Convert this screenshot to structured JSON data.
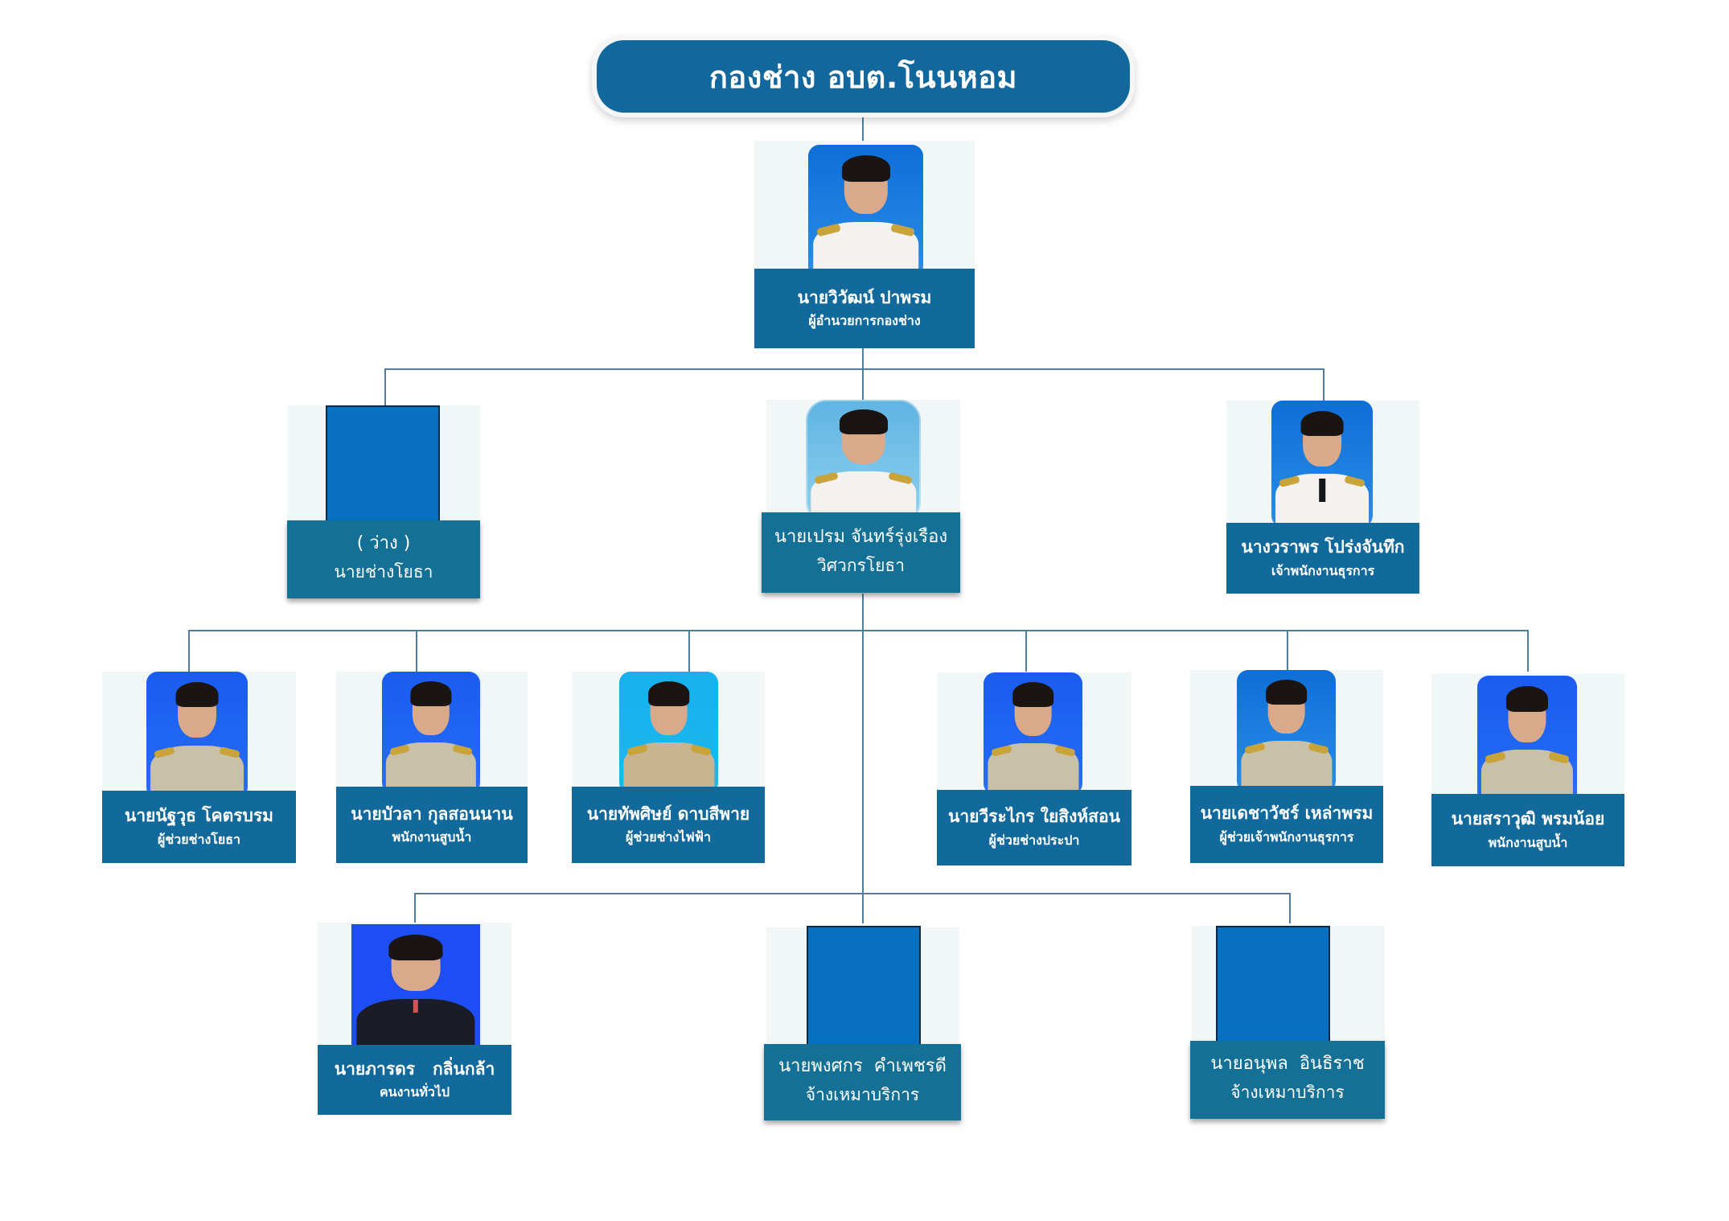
{
  "title": "กองช่าง อบต.โนนหอม",
  "colors": {
    "title_bg": "#12679c",
    "band_bg": "#12699c",
    "card_bg": "#f1f6f6",
    "connector": "#4f7d9c",
    "placeholder": "#0770c1"
  },
  "director": {
    "name": "นายวิวัฒน์ ปาพรม",
    "role": "ผู้อำนวยการกองช่าง",
    "photo": "photo-white-uniform"
  },
  "level2": [
    {
      "name": "( ว่าง )",
      "role": "นายช่างโยธา",
      "photo": "placeholder"
    },
    {
      "name": "นายเปรม จันทร์รุ่งเรือง",
      "role": "วิศวกรโยธา",
      "photo": "photo-white-uniform"
    },
    {
      "name": "นางวราพร โปร่งจันทึก",
      "role": "เจ้าพนักงานธุรการ",
      "photo": "photo-white-uniform"
    }
  ],
  "level3": [
    {
      "name": "นายนัฐวุธ โคตรบรม",
      "role": "ผู้ช่วยช่างโยธา",
      "photo": "photo-khaki-uniform"
    },
    {
      "name": "นายบัวลา กุลสอนนาน",
      "role": "พนักงานสูบน้ำ",
      "photo": "photo-khaki-uniform"
    },
    {
      "name": "นายทัพศิษย์ ดาบสีพาย",
      "role": "ผู้ช่วยช่างไฟฟ้า",
      "photo": "photo-khaki-uniform"
    },
    {
      "name": "นายวีระไกร ใยสิงห์สอน",
      "role": "ผู้ช่วยช่างประปา",
      "photo": "photo-khaki-uniform"
    },
    {
      "name": "นายเดชาวัชร์ เหล่าพรม",
      "role": "ผู้ช่วยเจ้าพนักงานธุรการ",
      "photo": "photo-khaki-uniform"
    },
    {
      "name": "นายสราวุฒิ พรมน้อย",
      "role": "พนักงานสูบน้ำ",
      "photo": "photo-khaki-uniform"
    }
  ],
  "level4": [
    {
      "name": "นายภารดร   กลิ่นกล้า",
      "role": "คนงานทั่วไป",
      "photo": "photo-black-shirt"
    },
    {
      "name": "นายพงศกร  คำเพชรดี",
      "role": "จ้างเหมาบริการ",
      "photo": "placeholder"
    },
    {
      "name": "นายอนุพล  อินธิราช",
      "role": "จ้างเหมาบริการ",
      "photo": "placeholder"
    }
  ]
}
